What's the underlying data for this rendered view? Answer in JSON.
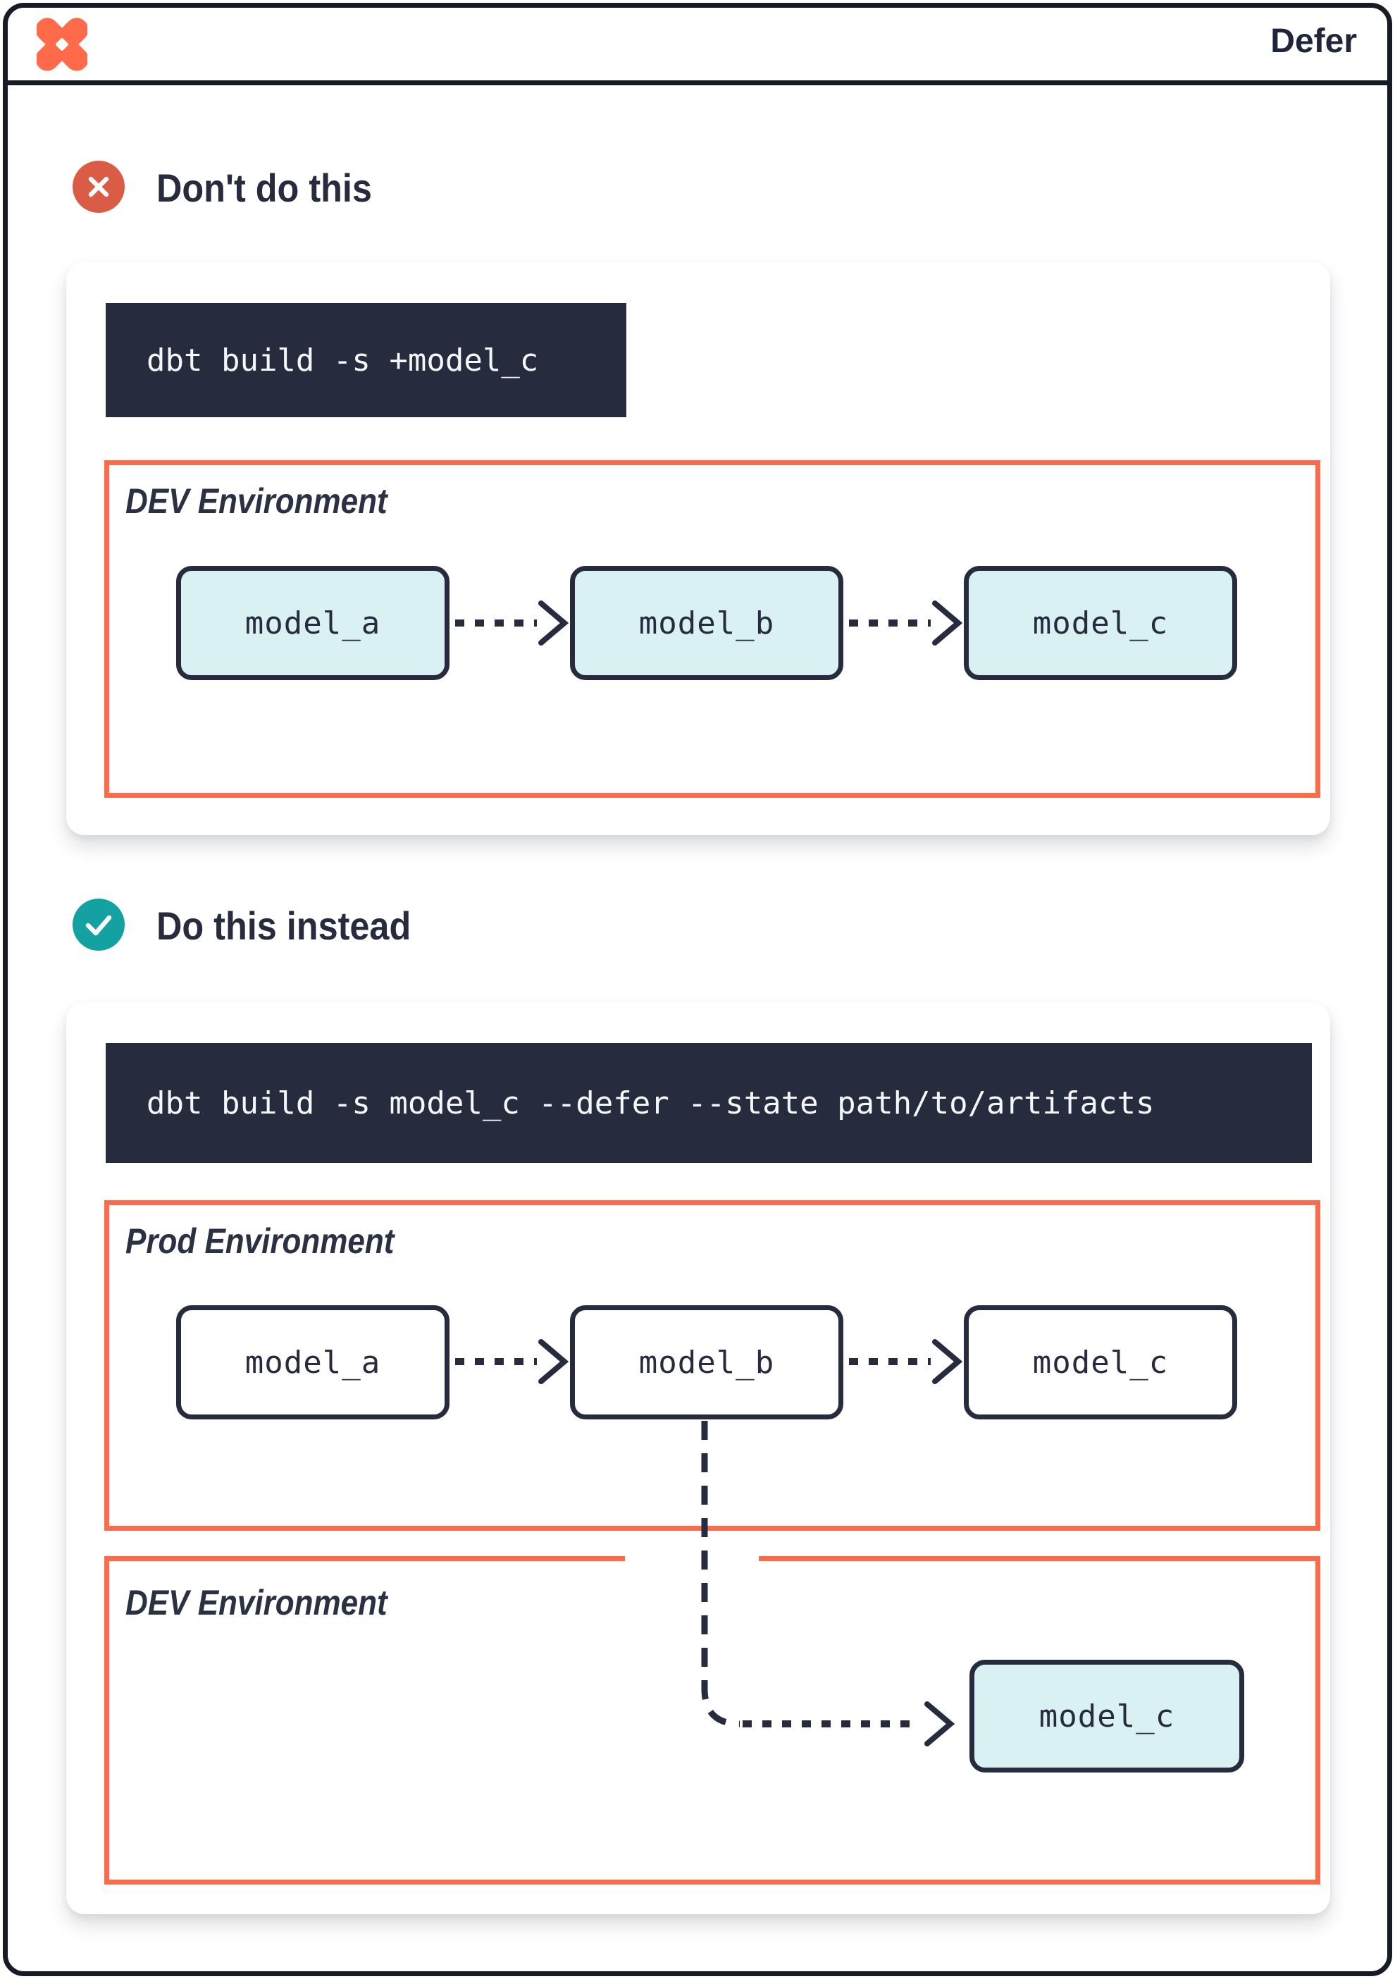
{
  "window": {
    "title": "Defer",
    "logo": "dbt-logo"
  },
  "colors": {
    "accent_orange": "#FF6A4A",
    "badge_dont": "#DA5C45",
    "badge_do": "#13A1A1",
    "dark_navy": "#262C3E",
    "code_background": "#262C3E",
    "code_text": "#F4F6F8",
    "model_fill_teal": "#D9F1F3",
    "frame_border": "#171B26"
  },
  "sections": [
    {
      "heading": "Don't do this",
      "badge_icon": "x-circle-icon",
      "command": "dbt build -s +model_c",
      "environments": [
        {
          "label": "DEV Environment",
          "models": [
            {
              "name": "model_a",
              "highlighted": true
            },
            {
              "name": "model_b",
              "highlighted": true
            },
            {
              "name": "model_c",
              "highlighted": true
            }
          ]
        }
      ]
    },
    {
      "heading": "Do this instead",
      "badge_icon": "check-circle-icon",
      "command": "dbt build -s model_c --defer --state path/to/artifacts",
      "environments": [
        {
          "label": "Prod Environment",
          "models": [
            {
              "name": "model_a",
              "highlighted": false
            },
            {
              "name": "model_b",
              "highlighted": false
            },
            {
              "name": "model_c",
              "highlighted": false
            }
          ]
        },
        {
          "label": "DEV Environment",
          "models": [
            {
              "name": "model_c",
              "highlighted": true
            }
          ]
        }
      ]
    }
  ]
}
